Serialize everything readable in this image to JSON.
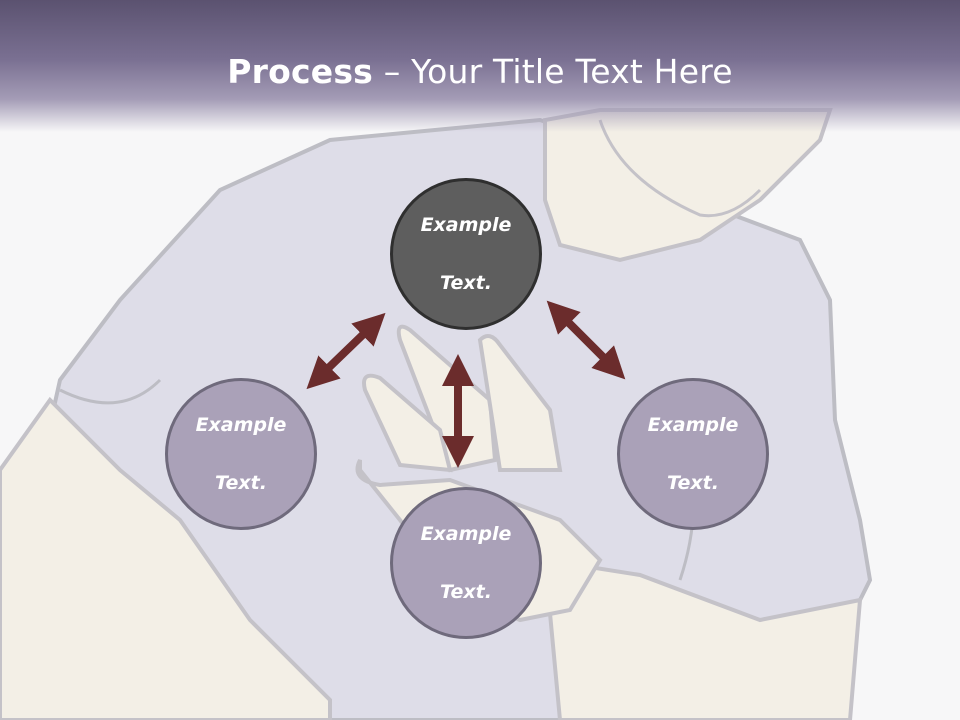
{
  "title": {
    "bold": "Process",
    "rest": " – Your Title Text Here"
  },
  "nodes": {
    "top": {
      "line1": "Example",
      "line2": "Text."
    },
    "left": {
      "line1": "Example",
      "line2": "Text."
    },
    "right": {
      "line1": "Example",
      "line2": "Text."
    },
    "bottom": {
      "line1": "Example",
      "line2": "Text."
    }
  },
  "colors": {
    "arrow": "#6b2c2c",
    "node_dark": "#5e5e5e",
    "node_light": "#aaa1b8",
    "shirt": "#dedde8",
    "skin": "#f3efe6",
    "title_band": "#6f6788"
  }
}
